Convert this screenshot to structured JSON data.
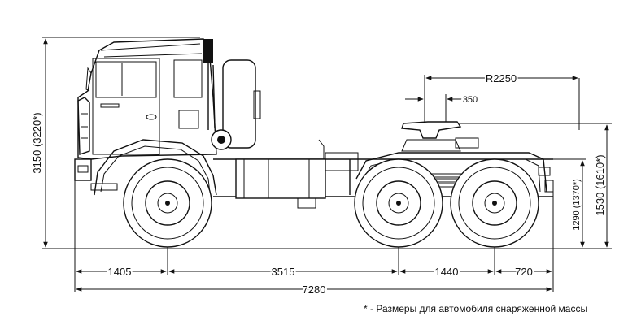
{
  "dimensions": {
    "overall_height": "3150 (3220*)",
    "fifth_wheel_height": "1530 (1610*)",
    "frame_height": "1290 (1370*)",
    "front_overhang": "1405",
    "wheelbase_front": "3515",
    "rear_axle_spacing": "1440",
    "rear_overhang": "720",
    "overall_length": "7280",
    "swing_radius": "R2250",
    "kingpin_offset": "350"
  },
  "footnote": "* - Размеры для автомобиля снаряженной массы"
}
